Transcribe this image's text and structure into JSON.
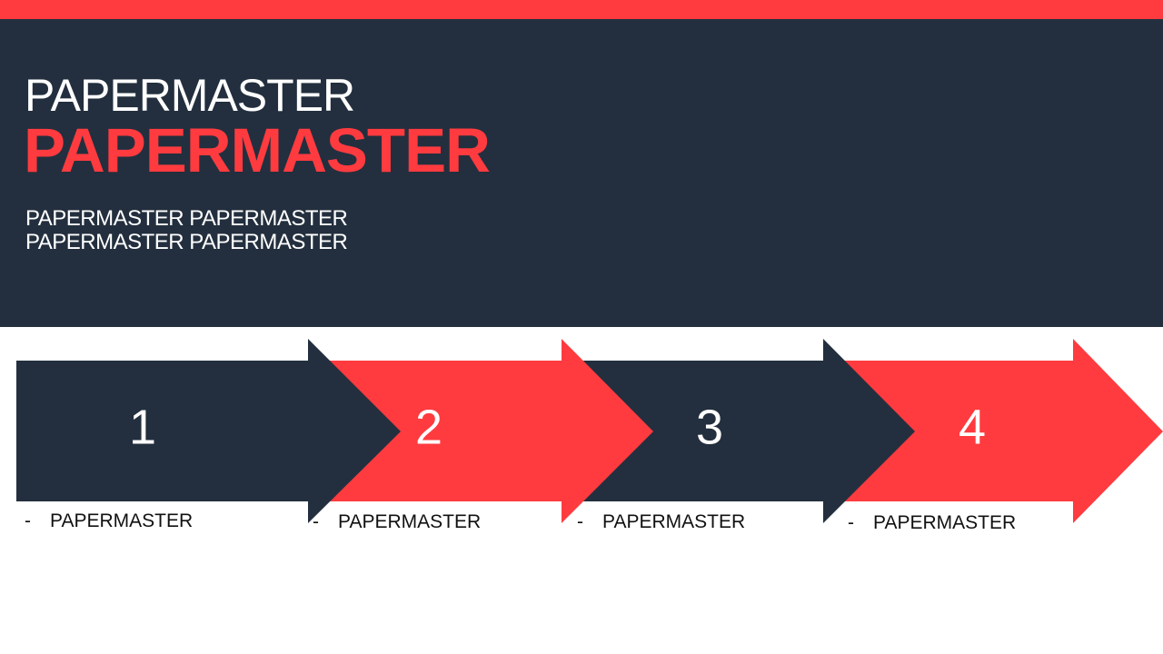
{
  "header": {
    "title_light": "PAPERMASTER",
    "title_bold": "PAPERMASTER",
    "subtitle_line1": "PAPERMASTER PAPERMASTER",
    "subtitle_line2": "PAPERMASTER PAPERMASTER"
  },
  "steps": [
    {
      "number": "1",
      "caption_marker": "-",
      "caption": "PAPERMASTER",
      "color": "#232f3e"
    },
    {
      "number": "2",
      "caption_marker": "-",
      "caption": "PAPERMASTER",
      "color": "#ff3b3f"
    },
    {
      "number": "3",
      "caption_marker": "-",
      "caption": "PAPERMASTER",
      "color": "#232f3e"
    },
    {
      "number": "4",
      "caption_marker": "-",
      "caption": "PAPERMASTER",
      "color": "#ff3b3f"
    }
  ],
  "colors": {
    "accent": "#ff3b3f",
    "dark": "#232f3e",
    "background": "#ffffff"
  }
}
